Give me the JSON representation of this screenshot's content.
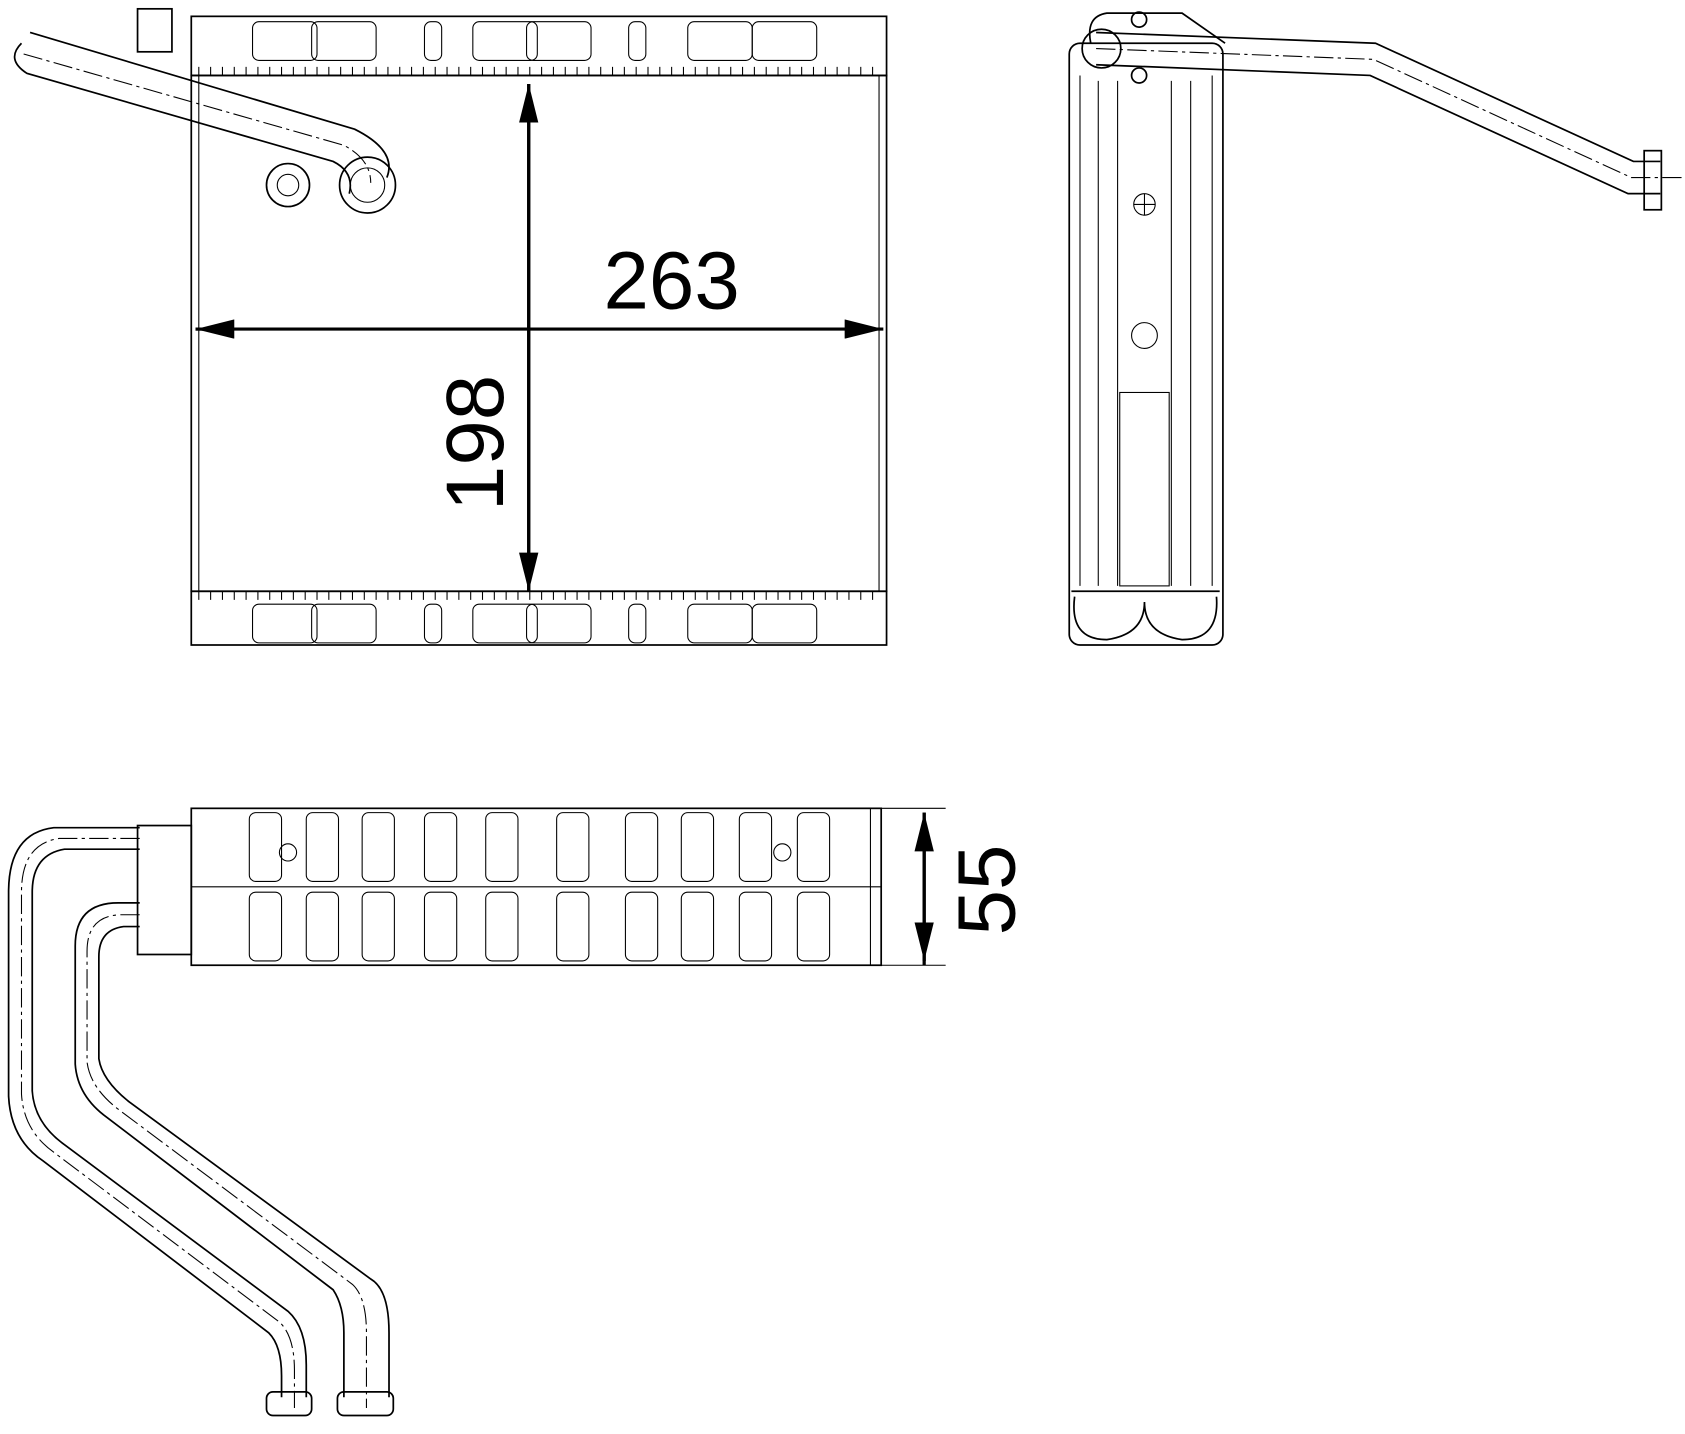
{
  "dimensions": {
    "width": "263",
    "height": "198",
    "depth": "55"
  },
  "views": [
    "front-view",
    "side-view",
    "bottom-view"
  ]
}
